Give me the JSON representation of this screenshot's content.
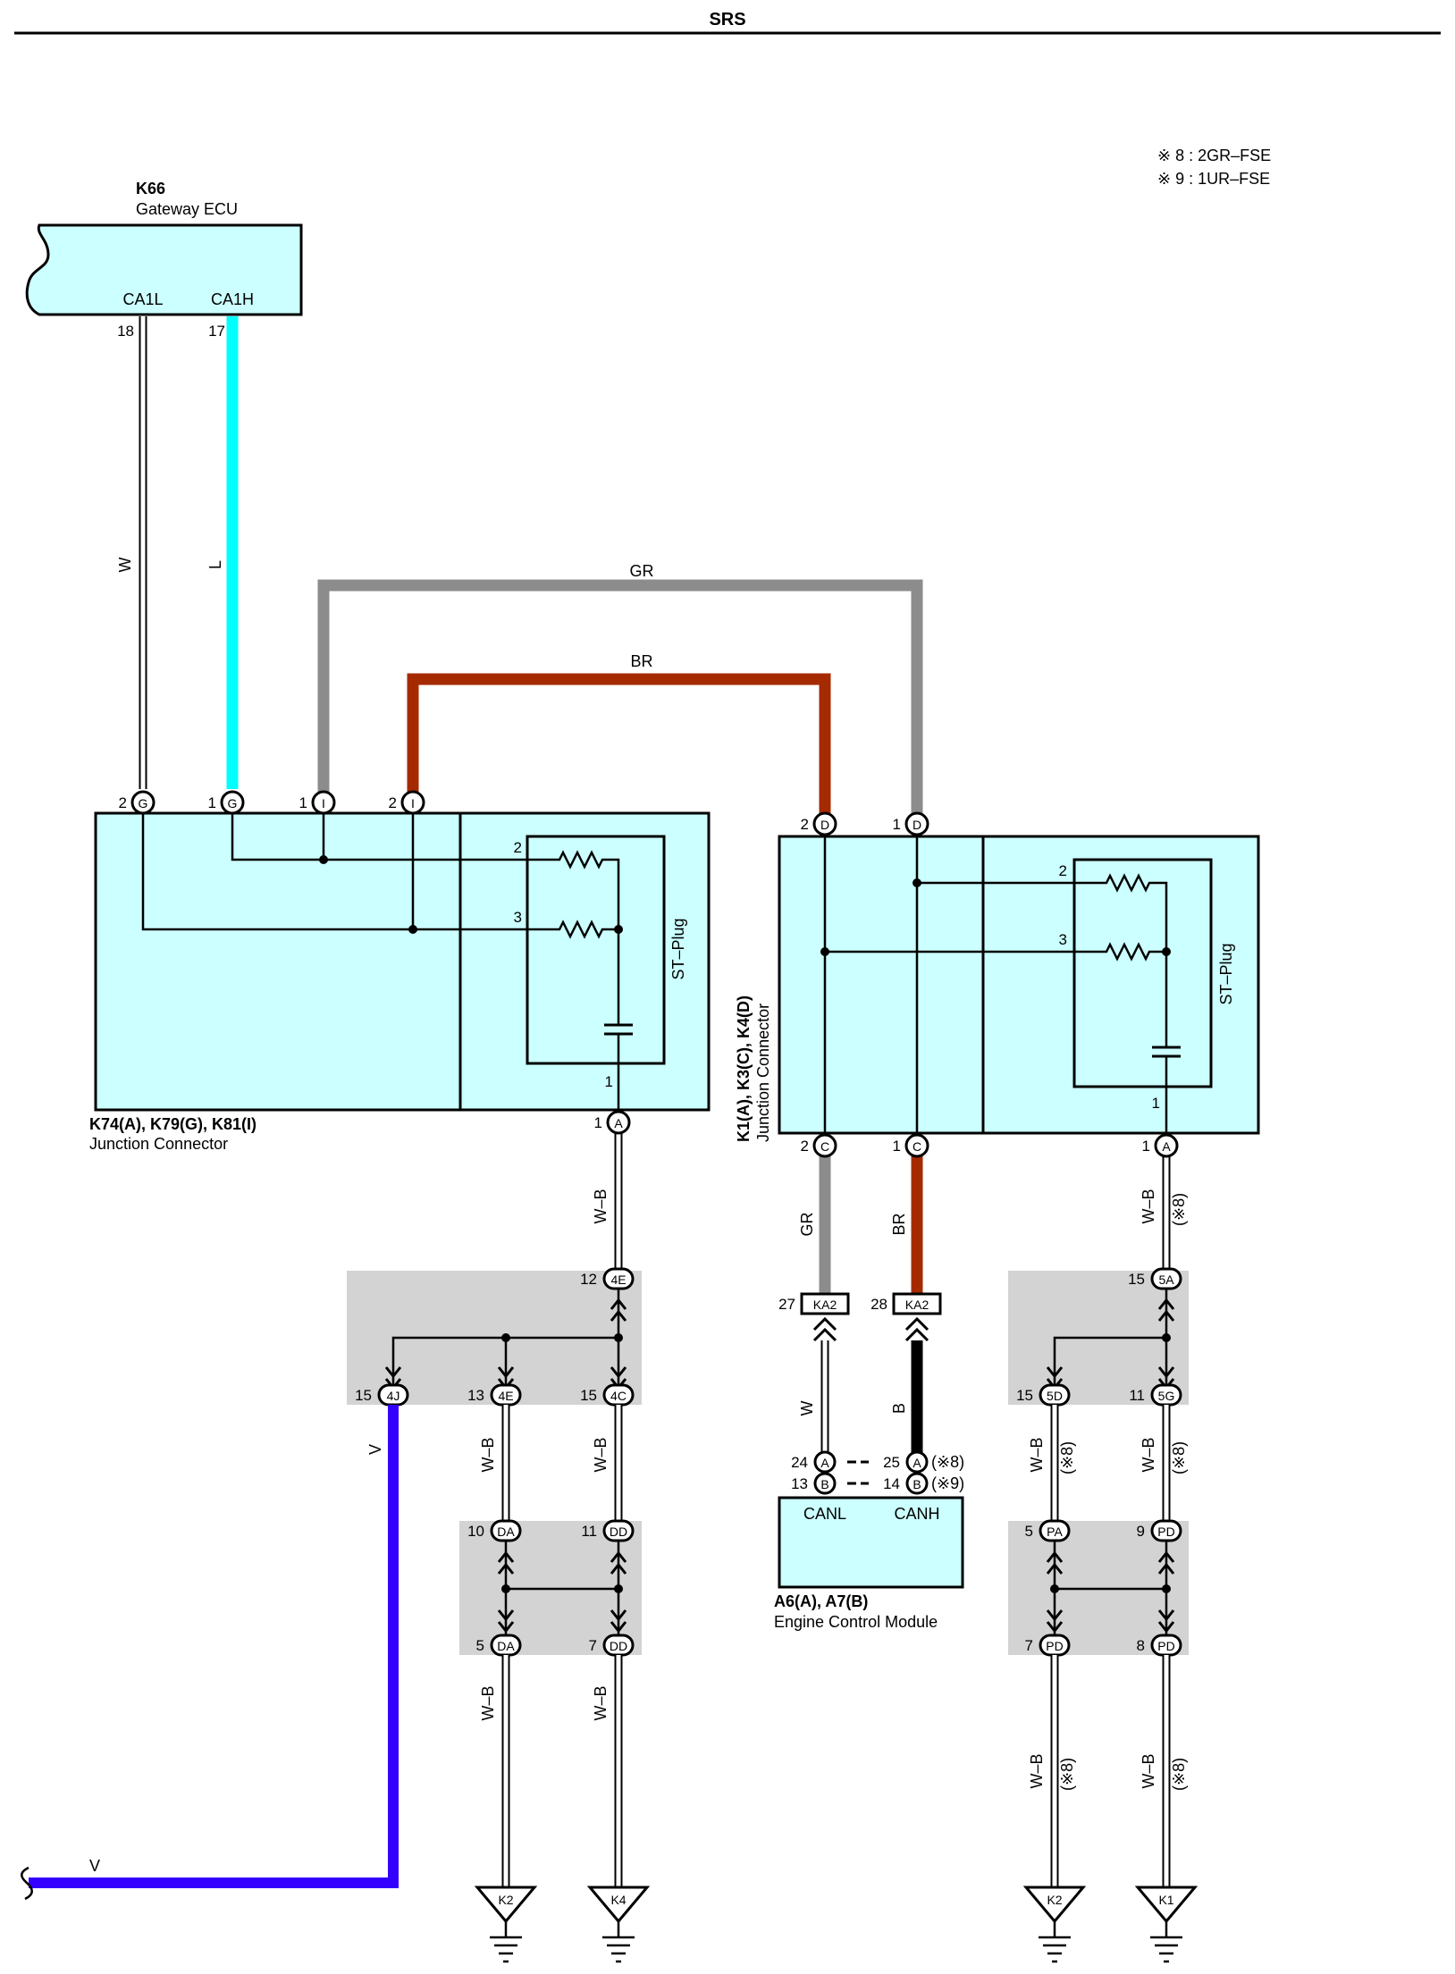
{
  "page_title": "SRS",
  "notes": [
    "※ 8 : 2GR–FSE",
    "※ 9 : 1UR–FSE"
  ],
  "gateway": {
    "code": "K66",
    "name": "Gateway ECU",
    "pin_l": "CA1L",
    "pin_h": "CA1H",
    "num_l": "18",
    "num_h": "17"
  },
  "left_jc": {
    "code": "K74(A), K79(G), K81(I)",
    "name": "Junction Connector",
    "plug": "ST–Plug"
  },
  "right_jc": {
    "code": "K1(A), K3(C), K4(D)",
    "name": "Junction Connector",
    "plug": "ST–Plug"
  },
  "ecm": {
    "code": "A6(A), A7(B)",
    "name": "Engine Control Module",
    "canl": "CANL",
    "canh": "CANH",
    "note8": "(※8)",
    "note9": "(※9)"
  },
  "wire_colors": {
    "W": "W",
    "L": "L",
    "GR": "GR",
    "BR": "BR",
    "WB": "W–B",
    "V": "V",
    "B": "B"
  },
  "wire_note": "(※8)",
  "connectors": {
    "G": "G",
    "I": "I",
    "A": "A",
    "D": "D",
    "C": "C",
    "B": "B",
    "c4E": "4E",
    "c4J": "4J",
    "c4C": "4C",
    "cDA": "DA",
    "cDD": "DD",
    "cKA2": "KA2",
    "c5A": "5A",
    "c5D": "5D",
    "c5G": "5G",
    "cPA": "PA",
    "cPD": "PD"
  },
  "pins": {
    "p1": "1",
    "p2": "2",
    "p3": "3",
    "p5": "5",
    "p7": "7",
    "p8": "8",
    "p9": "9",
    "p10": "10",
    "p11": "11",
    "p12": "12",
    "p13": "13",
    "p14": "14",
    "p15": "15",
    "p24": "24",
    "p25": "25",
    "p27": "27",
    "p28": "28"
  },
  "grounds": {
    "k2a": "K2",
    "k4": "K4",
    "k2b": "K2",
    "k1": "K1"
  },
  "colors": {
    "L": "#00ffff",
    "GR": "#8c8c8c",
    "BR": "#a52a00",
    "V": "#3300ff",
    "B": "#000000",
    "box": "#ccffff",
    "splice": "#d3d3d3"
  }
}
